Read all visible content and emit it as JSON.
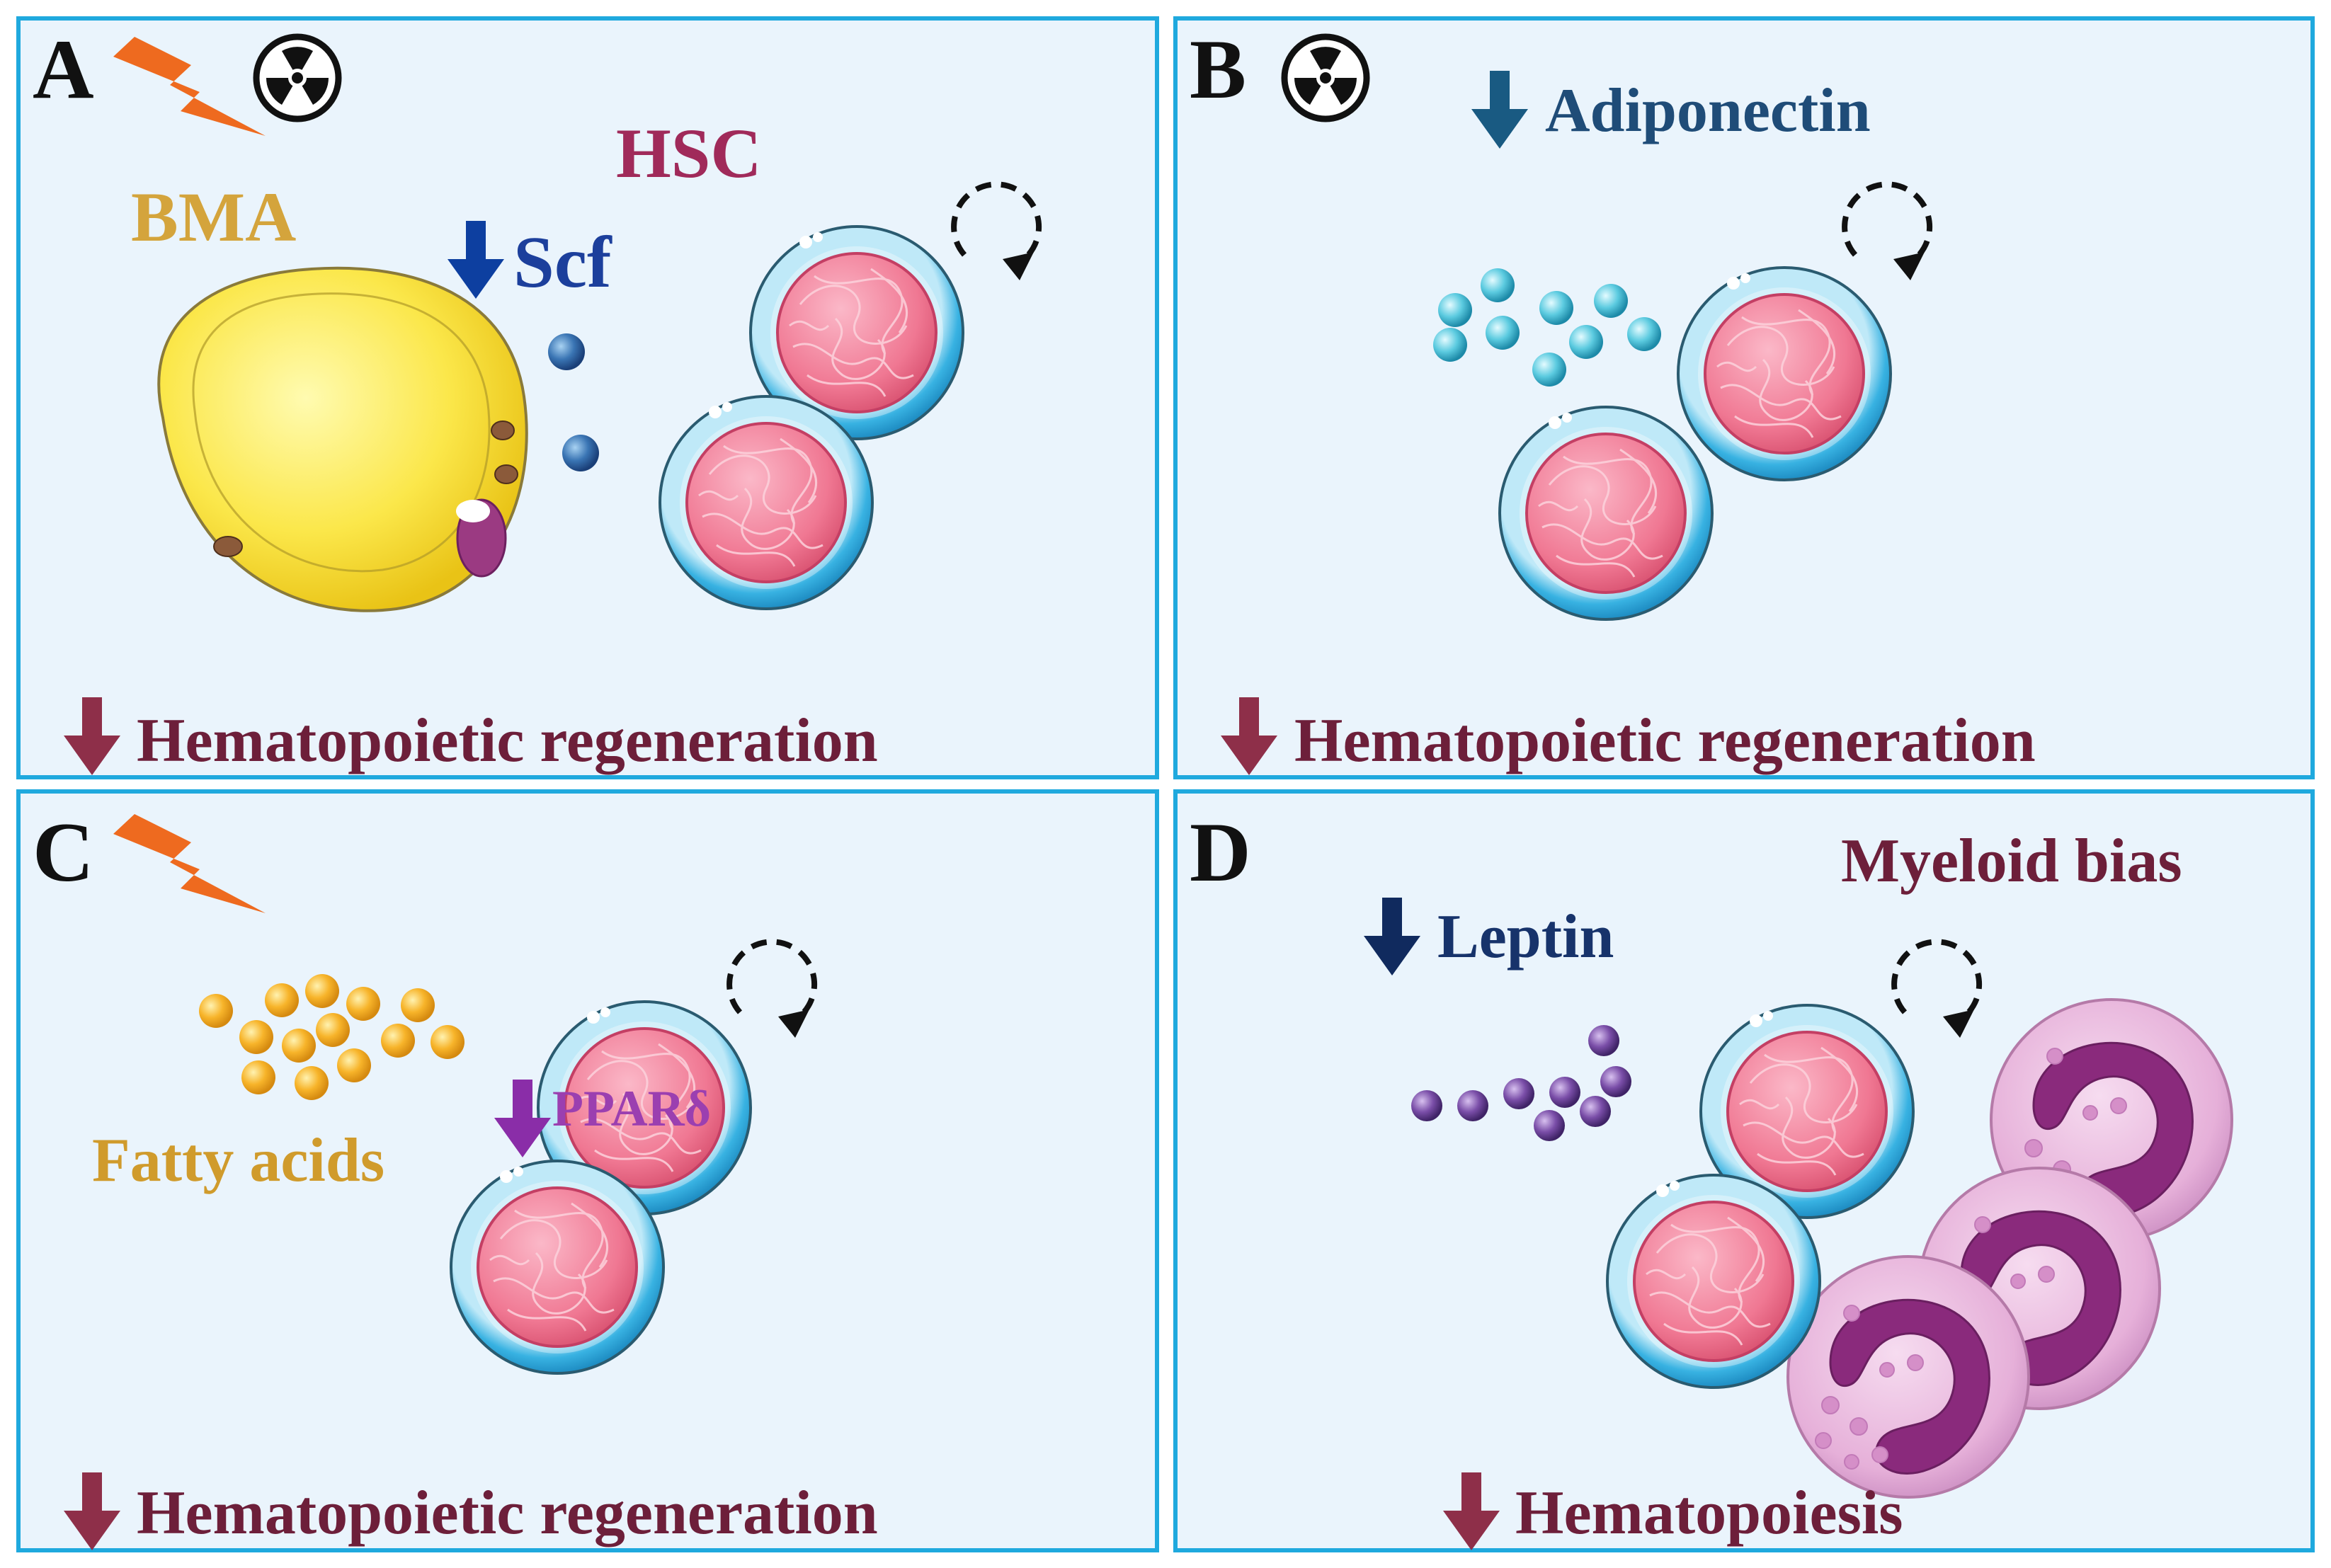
{
  "colors": {
    "panel_border": "#1fa9de",
    "panel_fill": "#eaf4fc",
    "bma_label": "#d4a43c",
    "hsc_label": "#a02a5a",
    "scf_label": "#1c3f9c",
    "scf_arrow": "#0d3fa0",
    "adiponectin_label": "#1f4c78",
    "adiponectin_arrow": "#195a82",
    "regen_label": "#6d1f3a",
    "regen_arrow": "#8e2f49",
    "fatty_label": "#d09b2c",
    "ppar_label": "#9b3fb0",
    "ppar_arrow": "#8a2da8",
    "leptin_label": "#17336b",
    "leptin_arrow": "#102a5e",
    "myeloid_label": "#6d1f3a",
    "lightning": "#ee6a1f",
    "cell_nucleus": "#f06c8a",
    "cell_ring": "#2aa4dc",
    "scf_particle": "#2b5f9f",
    "adipo_particle": "#3fb6cc",
    "fa_particle": "#f2a51f",
    "leptin_particle": "#6b3f96",
    "myeloid_body": "#e2a8d8",
    "myeloid_nucleus": "#8a2a7c"
  },
  "icons": {
    "radiation": "radiation-icon",
    "lightning": "lightning-icon",
    "self_renewal": "self-renewal-arrow-icon",
    "down_arrow": "down-arrow-icon"
  },
  "panels": {
    "A": {
      "letter": "A",
      "bma": "BMA",
      "hsc": "HSC",
      "scf": "Scf",
      "footer": "Hematopoietic regeneration"
    },
    "B": {
      "letter": "B",
      "adiponectin": "Adiponectin",
      "footer": "Hematopoietic regeneration"
    },
    "C": {
      "letter": "C",
      "fatty_acids": "Fatty acids",
      "ppar": "PPARδ",
      "footer": "Hematopoietic regeneration"
    },
    "D": {
      "letter": "D",
      "myeloid": "Myeloid bias",
      "leptin": "Leptin",
      "footer": "Hematopoiesis"
    }
  }
}
